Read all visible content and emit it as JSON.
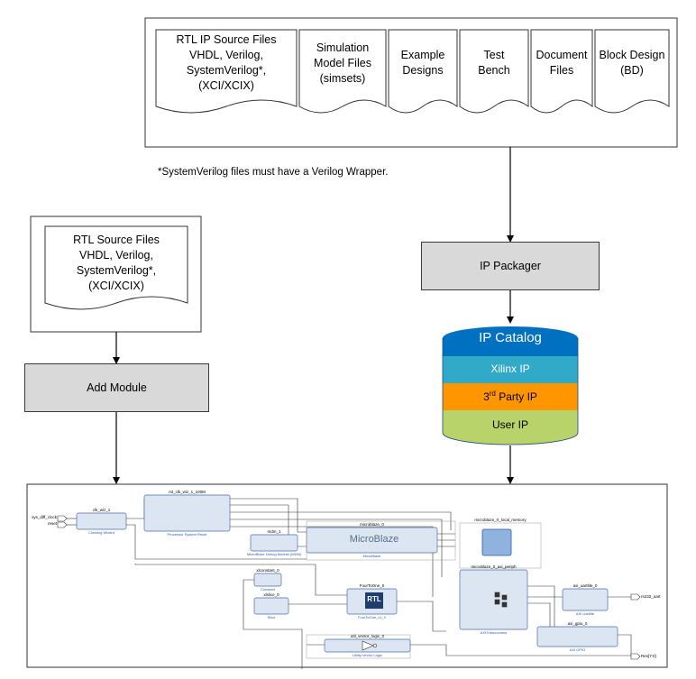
{
  "ip_sources": {
    "rtl_ip": "RTL IP Source Files VHDL, Verilog, SystemVerilog*, (XCI/XCIX)",
    "rtl_ip_lines": [
      "RTL IP Source Files",
      "VHDL, Verilog,",
      "SystemVerilog*,",
      "(XCI/XCIX)"
    ],
    "simulation_lines": [
      "Simulation",
      "Model Files",
      "(simsets)"
    ],
    "example_lines": [
      "Example",
      "Designs"
    ],
    "testbench_lines": [
      "Test",
      "Bench"
    ],
    "document_lines": [
      "Document",
      "Files"
    ],
    "block_design_lines": [
      "Block Design",
      "(BD)"
    ]
  },
  "footnote": "*SystemVerilog files must have a Verilog Wrapper.",
  "rtl_sources_lines": [
    "RTL Source Files",
    "VHDL, Verilog,",
    "SystemVerilog*,",
    "(XCI/XCIX)"
  ],
  "add_module": "Add Module",
  "ip_packager": "IP Packager",
  "catalog": {
    "title": "IP Catalog",
    "xilinx": "Xilinx IP",
    "third_party_prefix": "3",
    "third_party_sup": "rd",
    "third_party_suffix": " Party IP",
    "user": "User IP"
  },
  "colors": {
    "catalog_blue": "#0070c0",
    "catalog_teal": "#31a9c8",
    "catalog_orange": "#ff9600",
    "catalog_green": "#b8d36a",
    "grey_box": "#d9d9d9"
  },
  "block_design": {
    "clk_wiz": "clk_wiz_1",
    "clk_wiz_sub": "Clocking Wizard",
    "rst": "rst_clk_wiz_1_100M",
    "rst_sub": "Processor System Reset",
    "mdm": "mdm_1",
    "mdm_sub": "MicroBlaze Debug Module (MDM)",
    "microblaze": "microblaze_0",
    "microblaze_logo": "MicroBlaze",
    "microblaze_sub": "MicroBlaze",
    "local_mem": "microblaze_0_local_memory",
    "axi_periph": "microblaze_0_axi_periph",
    "axi_periph_sub": "AXI Interconnect",
    "uartlite": "axi_uartlite_0",
    "uartlite_sub": "AXI Uartlite",
    "gpio": "axi_gpio_0",
    "gpio_sub": "AXI GPIO",
    "constant": "xlconstant_0",
    "constant_sub": "Constant",
    "slice": "xlslice_0",
    "slice_sub": "Slice",
    "rtl_module": "FourToOne_0",
    "rtl_module_sub": "FourToOne_v1_0",
    "rtl_logo": "RTL",
    "util": "util_vector_logic_0",
    "util_sub": "Utility Vector Logic",
    "port_sys_clock": "sys_diff_clock",
    "port_reset": "reset",
    "port_uart": "rs232_uart",
    "port_leds": "Res[7:0]"
  }
}
